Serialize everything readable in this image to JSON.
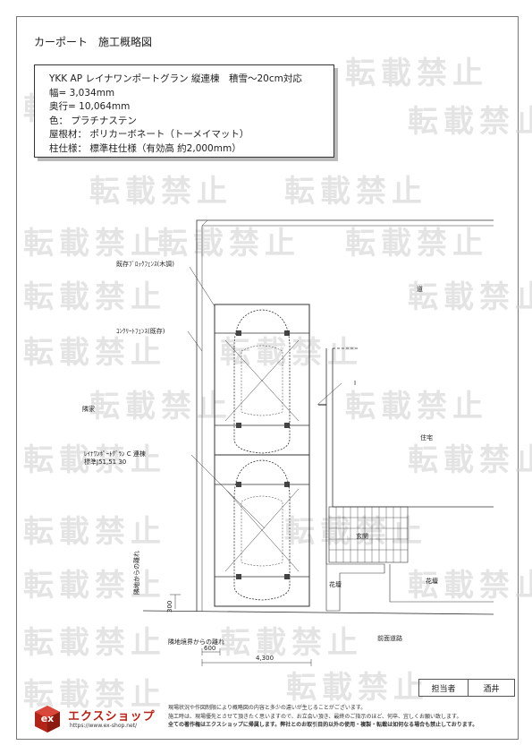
{
  "header": {
    "title": "カーポート　施工概略図"
  },
  "spec": {
    "line1": "YKK AP レイナワンポートグラン 縦連棟　積雪～20cm対応",
    "line2": "幅= 3,034mm",
    "line3": "奥行= 10,064mm",
    "line4": "色： プラチナステン",
    "line5": "屋根材： ポリカーボネート（トーメイマット）",
    "line6": "柱仕様： 標準柱仕様（有効高 約2,000mm）"
  },
  "watermark": "転載禁止",
  "plan": {
    "label_existing": "既存ﾌﾞﾛｯｸﾌｪﾝｽ(木調)",
    "label_concrete": "ｺﾝｸﾘｰﾄﾌｪﾝｽ(既存)",
    "label_neighbor": "隣家",
    "label_carport": "ﾚｲﾅﾜﾝﾎﾟｰﾄｸﾞﾗﾝ C 連棟",
    "label_carport_size": "標準J51,51 30",
    "label_house": "住宅",
    "label_road_side": "道",
    "label_entrance": "玄関",
    "label_flowerbed_left": "花壇",
    "label_flowerbed_right": "花壇",
    "label_boundary_dist": "隣地境界からの離れ",
    "label_boundary_dist_v": "隣地からの離れ",
    "dim_300": "300",
    "dim_600": "600",
    "dim_4300": "4,300",
    "label_road_front": "前面道路",
    "label_window": "I"
  },
  "stamp": {
    "role": "担当者",
    "name": "酒井"
  },
  "footer": {
    "brand": "エクスショップ",
    "url": "https://www.ex-shop.net/",
    "note1": "現場状況や作図制限により概略図の内容と多少の違いが生じることがございます。",
    "note2": "施工時は、現場優先とさせて頂きたく思いますので、お立会い頂き、最終のご指示のほど、何卒、宜しくお願い致します。",
    "note3": "全ての著作権はエクスショップに帰属します。弊社とのお取引目的以外の使用・複製・転載は如何なる場合も禁止しております。"
  }
}
